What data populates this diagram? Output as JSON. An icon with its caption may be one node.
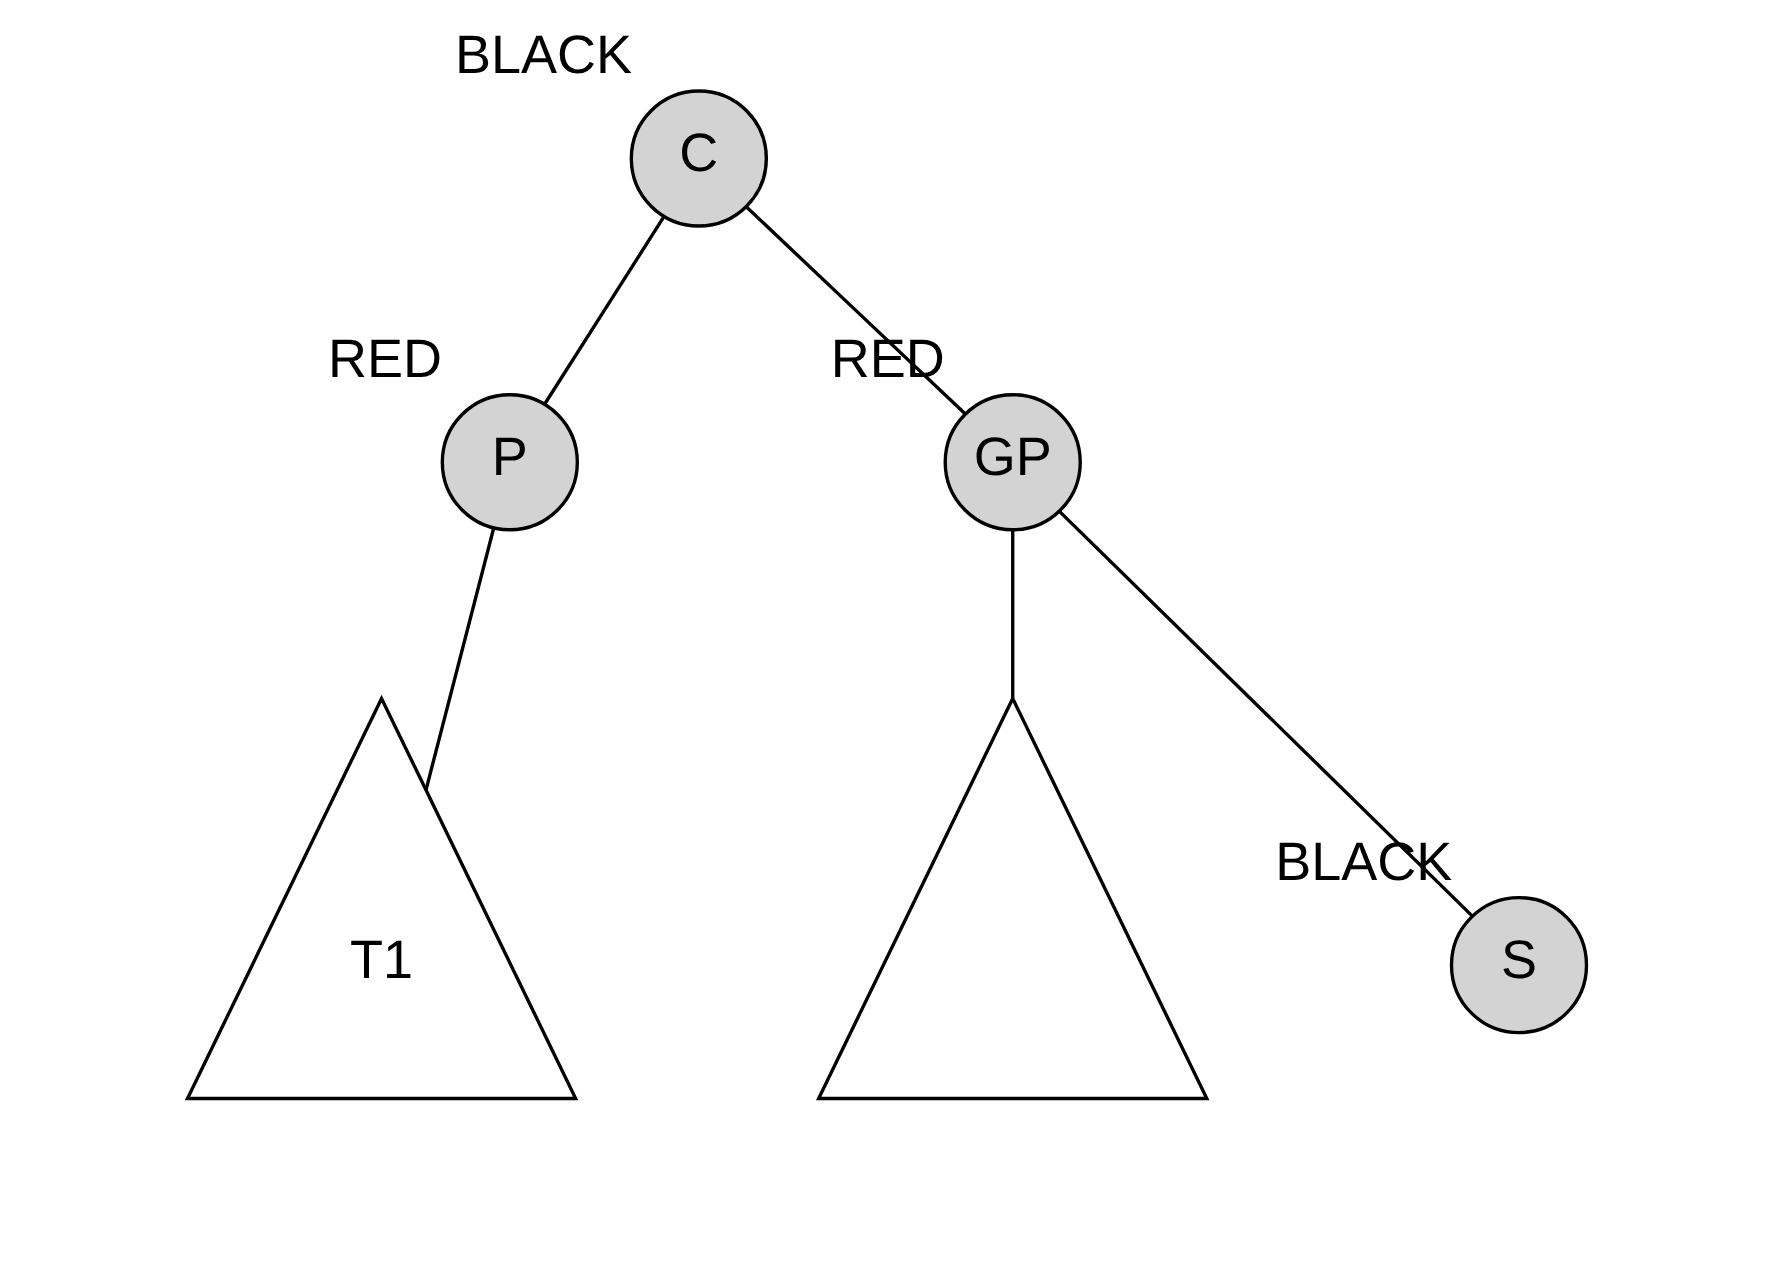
{
  "diagram": {
    "nodes": [
      {
        "text": [
          "C"
        ],
        "beside": [
          "BLACK"
        ]
      },
      {
        "text": [
          "P"
        ],
        "beside": [
          "RED"
        ]
      },
      {
        "text": [
          "GP"
        ],
        "beside": [
          "RED"
        ]
      },
      {
        "text": [
          "S"
        ],
        "beside": [
          "BLACK"
        ]
      },
      {
        "text": [
          "T1"
        ]
      },
      {
        "text": [],
        "shape": "triangle"
      }
    ],
    "edges": [
      {
        "from": 0,
        "to": 1,
        "arrow": "none"
      },
      {
        "from": 0,
        "to": 2,
        "arrow": "none"
      },
      {
        "from": 1,
        "to": 4,
        "arrow": "none"
      },
      {
        "from": 2,
        "to": 5,
        "arrow": "none"
      },
      {
        "from": 2,
        "to": 3,
        "arrow": "none"
      }
    ]
  }
}
